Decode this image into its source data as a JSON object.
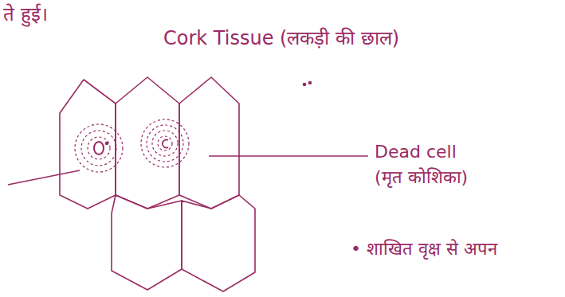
{
  "diagram": {
    "title": "Cork Tissue (लकड़ी की छाल)",
    "labels": [
      "ते हुई।",
      "Dead cell",
      "(मृत कोशिका)",
      "• शाखित वृक्ष से अपन"
    ]
  }
}
